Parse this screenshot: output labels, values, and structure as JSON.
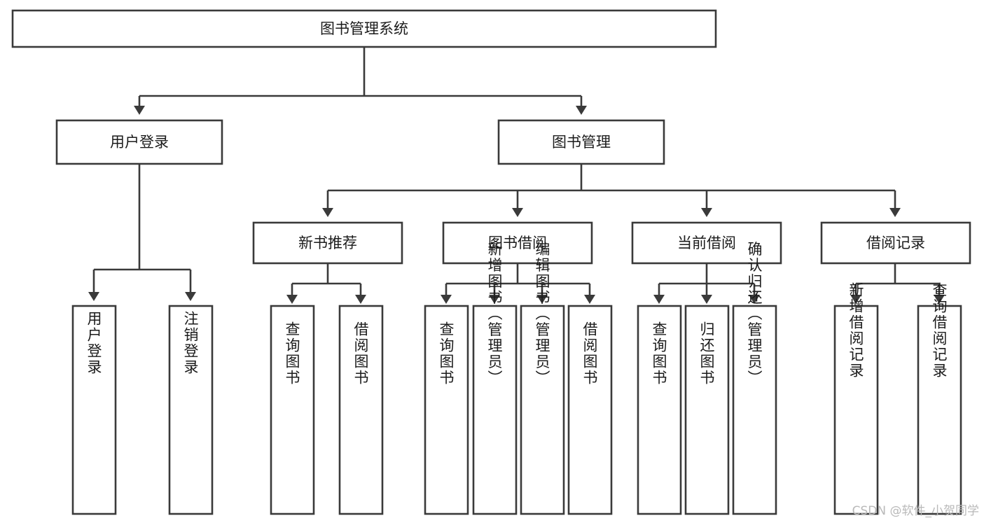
{
  "diagram": {
    "title": "图书管理系统",
    "type": "tree-hierarchy-chart",
    "orientation": "top-down",
    "levels": 4,
    "root": {
      "id": "root",
      "label": "图书管理系统"
    },
    "level2": [
      {
        "id": "user-login",
        "label": "用户登录"
      },
      {
        "id": "book-management",
        "label": "图书管理"
      }
    ],
    "level3": [
      {
        "id": "new-book-recommend",
        "label": "新书推荐",
        "parent": "book-management"
      },
      {
        "id": "book-borrow",
        "label": "图书借阅",
        "parent": "book-management"
      },
      {
        "id": "current-borrow",
        "label": "当前借阅",
        "parent": "book-management"
      },
      {
        "id": "borrow-record",
        "label": "借阅记录",
        "parent": "book-management"
      }
    ],
    "leaves": {
      "user-login": [
        {
          "id": "leaf-user-login",
          "label": "用户登录"
        },
        {
          "id": "leaf-logout",
          "label": "注销登录"
        }
      ],
      "new-book-recommend": [
        {
          "id": "leaf-query-book-1",
          "label": "查询图书"
        },
        {
          "id": "leaf-borrow-book-1",
          "label": "借阅图书"
        }
      ],
      "book-borrow": [
        {
          "id": "leaf-query-book-2",
          "label": "查询图书"
        },
        {
          "id": "leaf-add-book",
          "label": "新增图书（管理员）"
        },
        {
          "id": "leaf-edit-book",
          "label": "编辑图书（管理员）"
        },
        {
          "id": "leaf-borrow-book-2",
          "label": "借阅图书"
        }
      ],
      "current-borrow": [
        {
          "id": "leaf-query-book-3",
          "label": "查询图书"
        },
        {
          "id": "leaf-return-book",
          "label": "归还图书"
        },
        {
          "id": "leaf-confirm-return",
          "label": "确认归还（管理员）"
        }
      ],
      "borrow-record": [
        {
          "id": "leaf-add-record",
          "label": "新增借阅记录"
        },
        {
          "id": "leaf-query-record",
          "label": "查询借阅记录"
        }
      ]
    }
  },
  "watermark": {
    "text": "CSDN @软件_小贺同学"
  },
  "colors": {
    "background": "#ffffff",
    "box_fill": "#ffffff",
    "box_stroke": "#3a3a3a",
    "text": "#1b1b1b",
    "watermark": "#b9b9b9"
  }
}
